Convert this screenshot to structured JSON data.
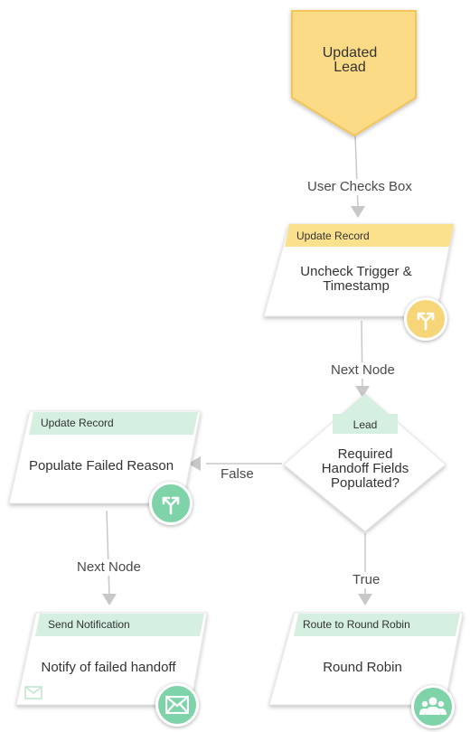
{
  "colors": {
    "start_fill": "#fbdb85",
    "start_border": "#f2c55a",
    "yellow_header": "#fbe08d",
    "green_header": "#d5efe1",
    "connector": "#c8c8c8",
    "yellow_badge": "#f7d67a",
    "green_badge": "#7fd3a9"
  },
  "start_node": {
    "label": "Updated Lead"
  },
  "update_trigger": {
    "header": "Update Record",
    "text": "Uncheck Trigger & Timestamp",
    "icon": "branch-icon"
  },
  "decision": {
    "header": "Lead",
    "text": "Required Handoff Fields Populated?"
  },
  "populate_failed": {
    "header": "Update Record",
    "text": "Populate Failed Reason",
    "icon": "branch-icon"
  },
  "send_notification": {
    "header": "Send Notification",
    "text": "Notify of failed handoff",
    "icon": "envelope-icon",
    "small_icon": "envelope-icon"
  },
  "round_robin": {
    "header": "Route to Round Robin",
    "text": "Round Robin",
    "icon": "people-icon"
  },
  "connectors": {
    "user_checks_box": "User Checks Box",
    "next_node_1": "Next Node",
    "false_label": "False",
    "true_label": "True",
    "next_node_2": "Next Node"
  }
}
